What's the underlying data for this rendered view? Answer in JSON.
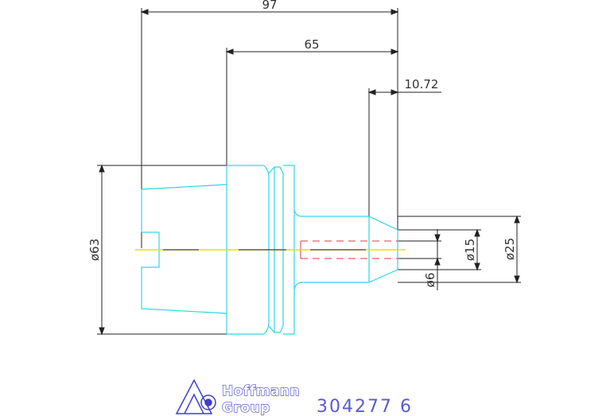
{
  "dimensions": {
    "overall_length": "97",
    "shank_length": "65",
    "cone_length": "10.72",
    "flange_diameter": "ø63",
    "shank_diameter": "ø25",
    "taper_diameter": "ø15",
    "bore_diameter": "ø6"
  },
  "branding": {
    "line1": "Hoffmann",
    "line2": "Group",
    "logo_icon": "hoffmann-logo-icon"
  },
  "part_number": "304277 6",
  "colors": {
    "outline": "#2fd6e6",
    "dimension": "#222222",
    "centerline": "#e8e000",
    "hidden": "#e23a3a",
    "brand": "#3f3fc8"
  }
}
